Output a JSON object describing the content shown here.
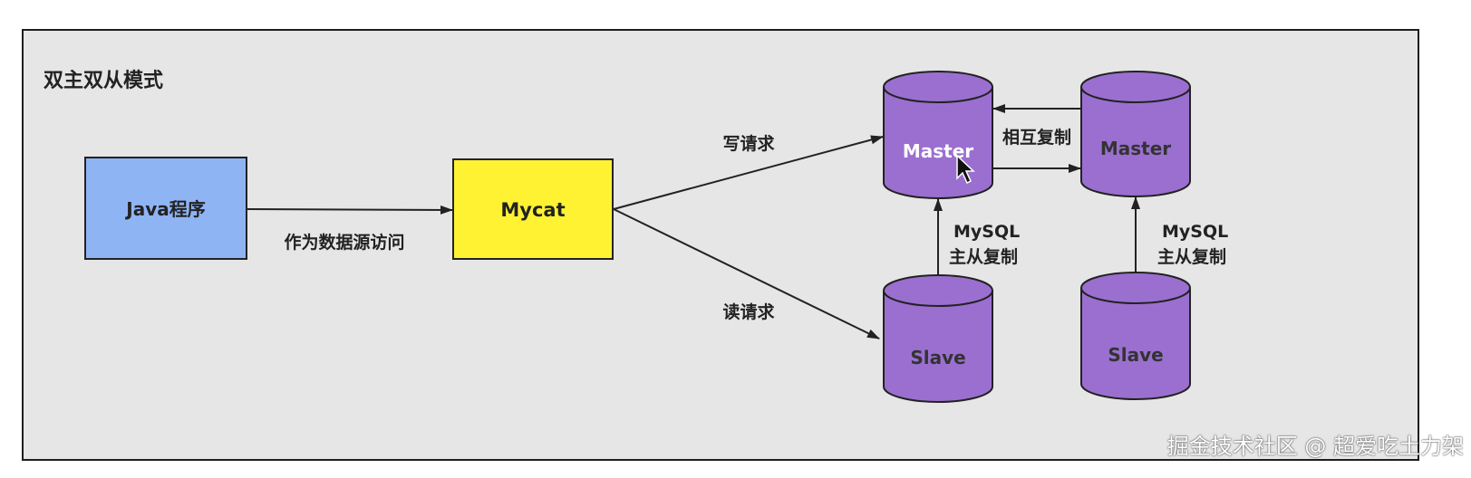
{
  "title": "双主双从模式",
  "nodes": {
    "java": "Java程序",
    "mycat": "Mycat",
    "master1": "Master",
    "master2": "Master",
    "slave1": "Slave",
    "slave2": "Slave"
  },
  "edges": {
    "java_to_mycat": "作为数据源访问",
    "write": "写请求",
    "read": "读请求",
    "mutual": "相互复制",
    "repl1_line1": "MySQL",
    "repl1_line2": "主从复制",
    "repl2_line1": "MySQL",
    "repl2_line2": "主从复制"
  },
  "colors": {
    "java_box": "#8fb4f4",
    "mycat_box": "#fff233",
    "db_fill": "#9b6fd0",
    "panel_bg": "#e6e6e6"
  },
  "watermark": "掘金技术社区 @ 超爱吃土力架"
}
